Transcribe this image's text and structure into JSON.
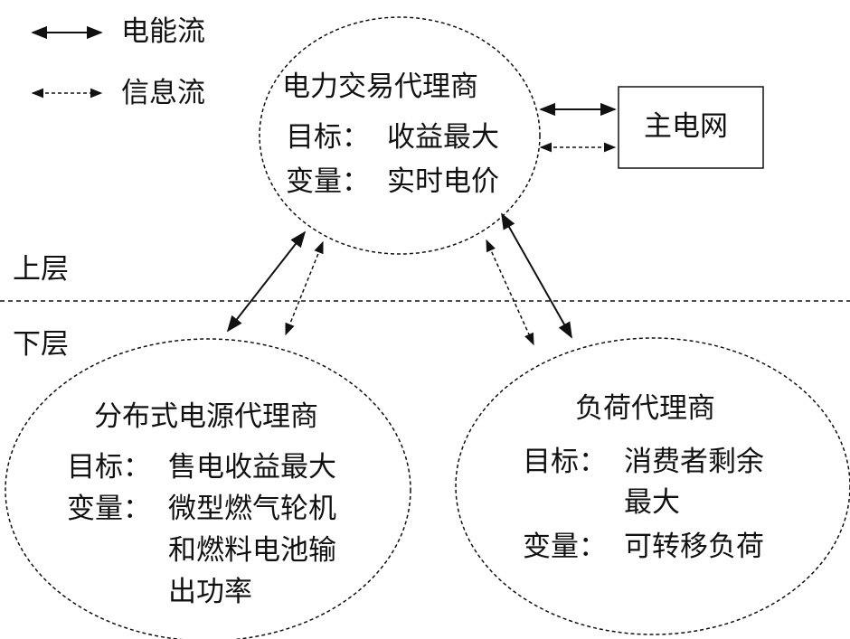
{
  "legend": {
    "energy_flow": "电能流",
    "info_flow": "信息流"
  },
  "layers": {
    "upper": "上层",
    "lower": "下层"
  },
  "grid": {
    "label": "主电网"
  },
  "nodes": {
    "power_trading_agent": {
      "title": "电力交易代理商",
      "goal_label": "目标：",
      "goal": "收益最大",
      "var_label": "变量：",
      "var": "实时电价"
    },
    "der_agent": {
      "title": "分布式电源代理商",
      "goal_label": "目标：",
      "goal": "售电收益最大",
      "var_label": "变量：",
      "var_line1": "微型燃气轮机",
      "var_line2": "和燃料电池输",
      "var_line3": "出功率"
    },
    "load_agent": {
      "title": "负荷代理商",
      "goal_label": "目标：",
      "goal_line1": "消费者剩余",
      "goal_line2": "最大",
      "var_label": "变量：",
      "var": "可转移负荷"
    }
  }
}
